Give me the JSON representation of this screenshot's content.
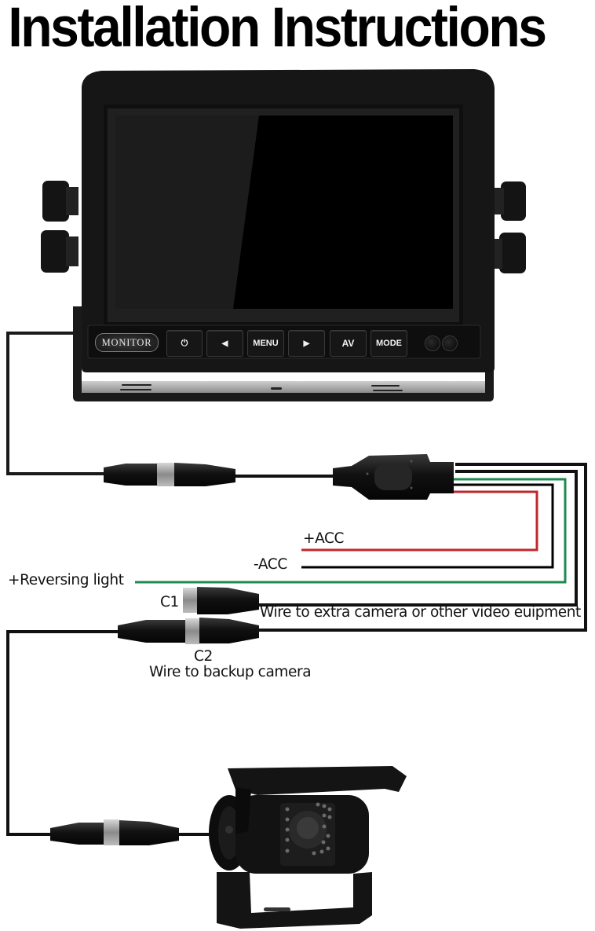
{
  "title": "Installation Instructions",
  "monitor": {
    "badge": "MONITOR",
    "buttons": [
      {
        "id": "power",
        "label": "⏻",
        "icon": "power-icon"
      },
      {
        "id": "left",
        "label": "◀",
        "icon": "arrow-left-icon"
      },
      {
        "id": "menu",
        "label": "MENU"
      },
      {
        "id": "right",
        "label": "▶",
        "icon": "arrow-right-icon"
      },
      {
        "id": "av",
        "label": "AV"
      },
      {
        "id": "mode",
        "label": "MODE"
      }
    ],
    "sensors": 2
  },
  "wires": {
    "acc_pos": {
      "label": "+ACC",
      "color": "#c0272d"
    },
    "acc_neg": {
      "label": "-ACC",
      "color": "#000000"
    },
    "reversing": {
      "label": "+Reversing light",
      "color": "#1e8a4f"
    },
    "c1": {
      "label": "C1",
      "description": "Wire to extra camera or other video euipment"
    },
    "c2": {
      "label": "C2",
      "description": "Wire to backup camera"
    }
  }
}
